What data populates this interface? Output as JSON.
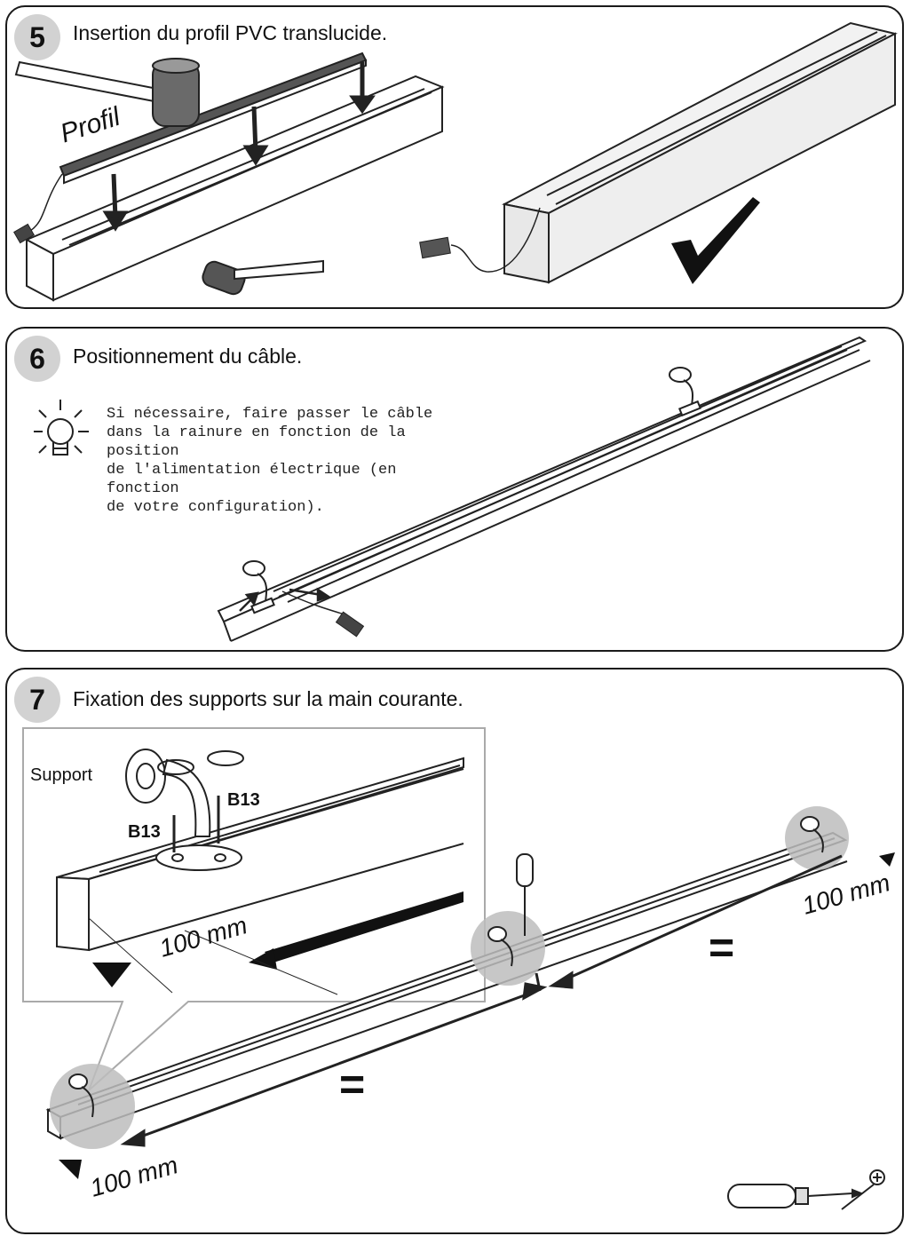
{
  "steps": [
    {
      "number": "5",
      "title": "Insertion du profil PVC translucide.",
      "label_profil": "Profil"
    },
    {
      "number": "6",
      "title": "Positionnement du câble.",
      "note_lines": [
        "Si nécessaire, faire passer le câble",
        "dans la rainure en fonction de la position",
        "de l'alimentation électrique (en fonction",
        "de votre configuration)."
      ]
    },
    {
      "number": "7",
      "title": "Fixation des supports sur la main courante.",
      "label_support": "Support",
      "label_screw": "B13",
      "distance": "100 mm",
      "equal_sign": "="
    }
  ],
  "icons": [
    "hammer-icon",
    "checkmark-icon",
    "lightbulb-icon",
    "screwdriver-icon",
    "screw-icon"
  ]
}
